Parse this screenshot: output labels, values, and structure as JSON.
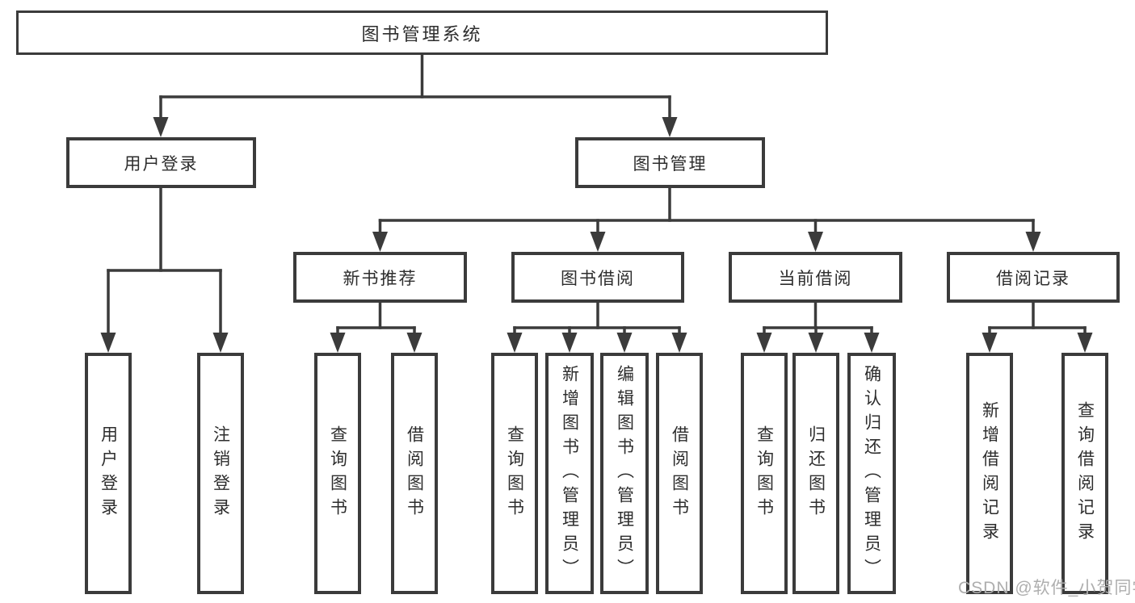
{
  "tree": {
    "root": {
      "label": "图书管理系统"
    },
    "children": [
      {
        "label": "用户登录",
        "children": [
          {
            "label": "用户登录"
          },
          {
            "label": "注销登录"
          }
        ]
      },
      {
        "label": "图书管理",
        "children": [
          {
            "label": "新书推荐",
            "children": [
              {
                "label": "查询图书"
              },
              {
                "label": "借阅图书"
              }
            ]
          },
          {
            "label": "图书借阅",
            "children": [
              {
                "label": "查询图书"
              },
              {
                "label": "新增图书（管理员）"
              },
              {
                "label": "编辑图书（管理员）"
              },
              {
                "label": "借阅图书"
              }
            ]
          },
          {
            "label": "当前借阅",
            "children": [
              {
                "label": "查询图书"
              },
              {
                "label": "归还图书"
              },
              {
                "label": "确认归还（管理员）"
              }
            ]
          },
          {
            "label": "借阅记录",
            "children": [
              {
                "label": "新增借阅记录"
              },
              {
                "label": "查询借阅记录"
              }
            ]
          }
        ]
      }
    ]
  },
  "watermark": {
    "text": "CSDN @软件_小贺同学"
  },
  "colors": {
    "line": "#3b3b3b",
    "text": "#2d2d2d",
    "node_bg": "#ffffff",
    "canvas_bg": "#ffffff",
    "watermark": "#aeaeae"
  }
}
